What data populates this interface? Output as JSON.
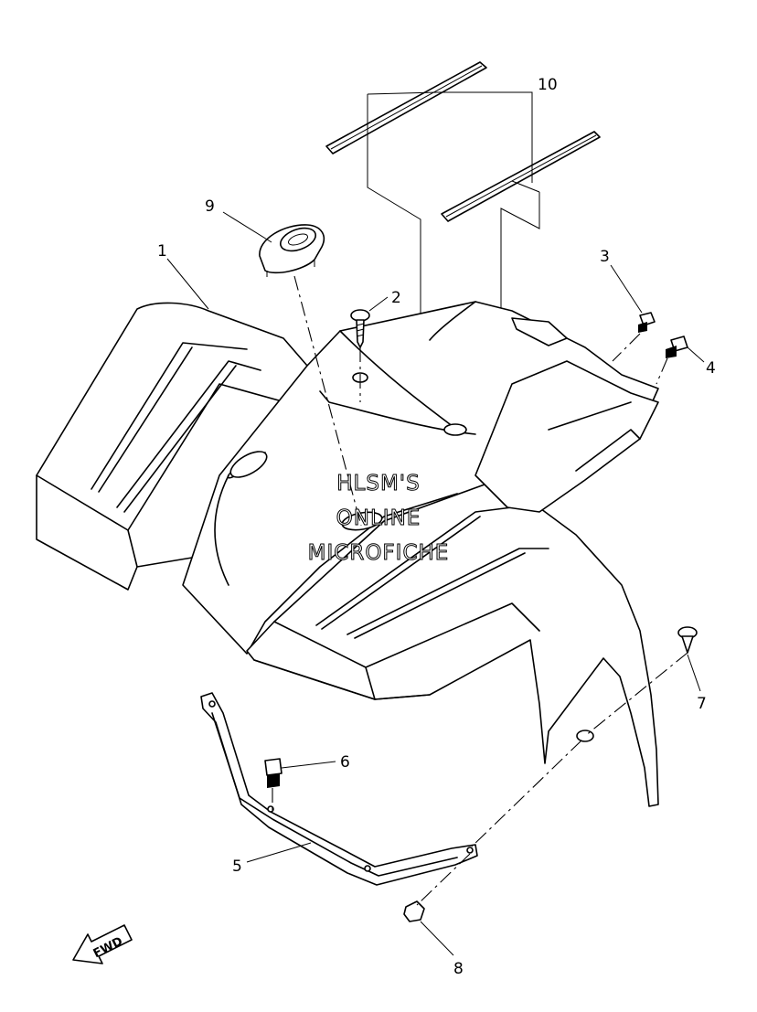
{
  "watermark": {
    "line1": "HLSM'S",
    "line2": "ONLINE",
    "line3": "MICROFICHE"
  },
  "direction_label": "FWD",
  "callouts": [
    {
      "id": "1",
      "label": "1"
    },
    {
      "id": "2",
      "label": "2"
    },
    {
      "id": "3",
      "label": "3"
    },
    {
      "id": "4",
      "label": "4"
    },
    {
      "id": "5",
      "label": "5"
    },
    {
      "id": "6",
      "label": "6"
    },
    {
      "id": "7",
      "label": "7"
    },
    {
      "id": "8",
      "label": "8"
    },
    {
      "id": "9",
      "label": "9"
    },
    {
      "id": "10",
      "label": "10"
    }
  ]
}
